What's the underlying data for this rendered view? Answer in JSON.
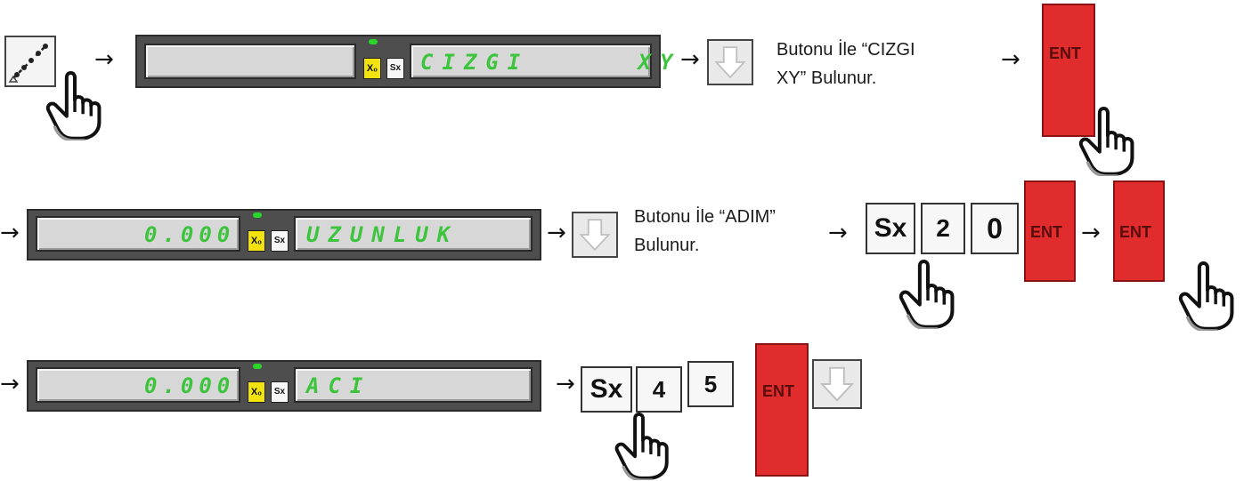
{
  "row1": {
    "display_right": "CIZGI     XY",
    "x0_key": "X₀",
    "sx_key": "Sx",
    "note": "Butonu İle “CIZGI XY” Bulunur.",
    "note_line1": "Butonu İle “CIZGI",
    "note_line2": "XY” Bulunur.",
    "ent_label": "ENT"
  },
  "row2": {
    "display_left": "0.000",
    "display_right": "UZUNLUK",
    "x0_key": "X₀",
    "sx_key": "Sx",
    "note_line1": "Butonu İle “ADIM”",
    "note_line2": "Bulunur.",
    "sx_label": "Sx",
    "digit1": "2",
    "digit2": "0",
    "ent_label": "ENT",
    "ent2_label": "ENT"
  },
  "row3": {
    "display_left": "0.000",
    "display_right": "ACI",
    "x0_key": "X₀",
    "sx_key": "Sx",
    "sx_label": "Sx",
    "digit1": "4",
    "digit2": "5",
    "ent_label": "ENT"
  },
  "arrow_symbol": "→",
  "colors": {
    "segment": "#3cc43c",
    "ent": "#e02c2c",
    "x0": "#f2e30e",
    "panel": "#4e4e4e"
  }
}
